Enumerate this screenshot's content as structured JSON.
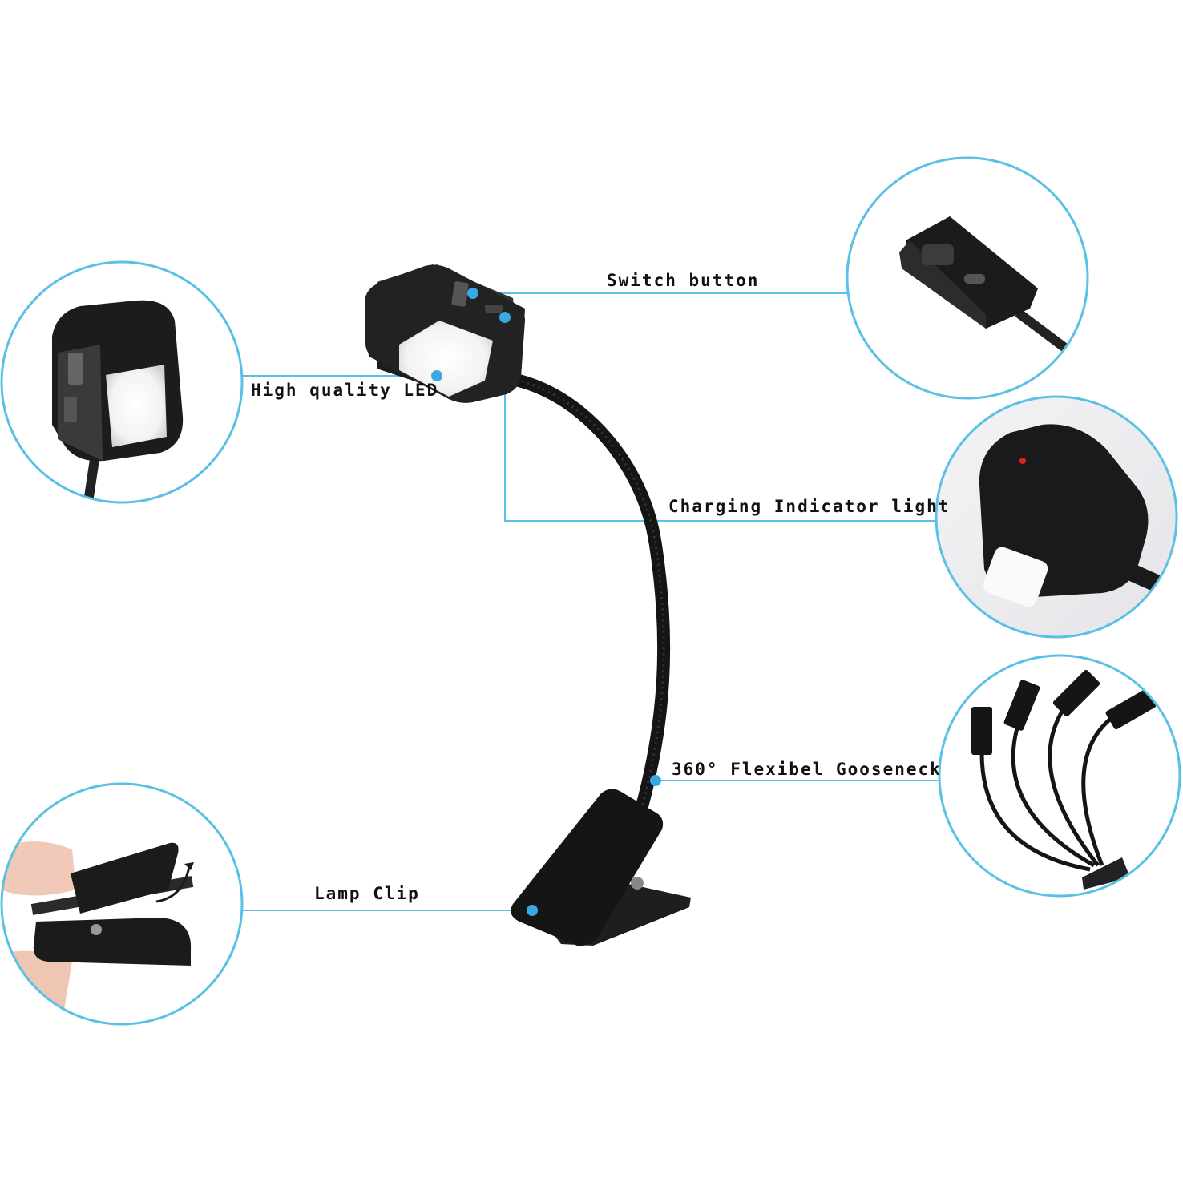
{
  "labels": {
    "led": "High quality LED",
    "switch": "Switch button",
    "charging": "Charging Indicator light",
    "gooseneck": "360° Flexibel Gooseneck",
    "clip": "Lamp Clip"
  },
  "colors": {
    "callout": "#5bc0e6",
    "dot": "#3aa9e3",
    "product": "#151515",
    "led_glow": "#f4f4f2"
  }
}
